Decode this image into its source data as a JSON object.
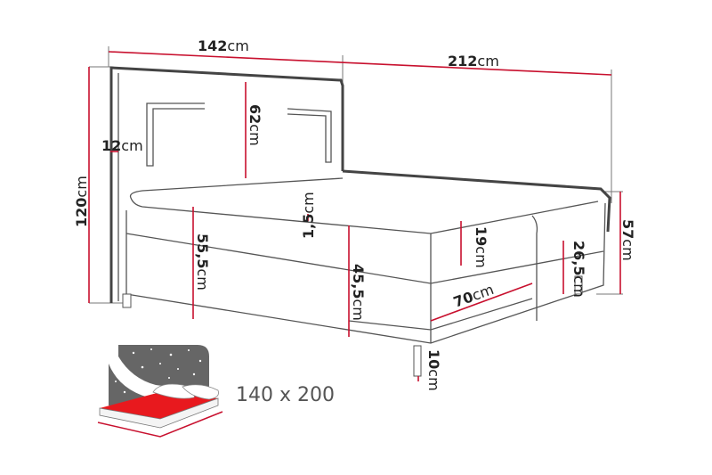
{
  "dimensions": {
    "headboard_width": {
      "value": "142",
      "unit": "cm"
    },
    "total_length": {
      "value": "212",
      "unit": "cm"
    },
    "headboard_height": {
      "value": "120",
      "unit": "cm"
    },
    "headboard_panel": {
      "value": "62",
      "unit": "cm"
    },
    "headboard_thickness": {
      "value": "12",
      "unit": "cm"
    },
    "topper": {
      "value": "1,5",
      "unit": "cm"
    },
    "front_height": {
      "value": "55,5",
      "unit": "cm"
    },
    "box_height": {
      "value": "45,5",
      "unit": "cm"
    },
    "mattress_height": {
      "value": "19",
      "unit": "cm"
    },
    "drawer_height": {
      "value": "26,5",
      "unit": "cm"
    },
    "drawer_width": {
      "value": "70",
      "unit": "cm"
    },
    "bed_height": {
      "value": "57",
      "unit": "cm"
    },
    "leg_height": {
      "value": "10",
      "unit": "cm"
    }
  },
  "mattress_size": "140 x 200",
  "colors": {
    "accent": "#c8102e",
    "line": "#555555",
    "icon_grey": "#666666"
  }
}
